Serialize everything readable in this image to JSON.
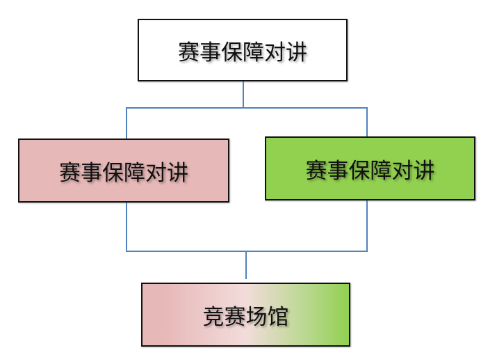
{
  "diagram": {
    "top_node": {
      "label": "赛事保障对讲",
      "color": "#ffffff"
    },
    "left_node": {
      "label": "赛事保障对讲",
      "color": "#e6b8b7"
    },
    "right_node": {
      "label": "赛事保障对讲",
      "color": "#92d050"
    },
    "bottom_node": {
      "label": "竞赛场馆",
      "gradient": [
        "#e6b8b7",
        "#f2dcdb",
        "#92d050"
      ]
    },
    "connector_color": "#4f81bd"
  }
}
